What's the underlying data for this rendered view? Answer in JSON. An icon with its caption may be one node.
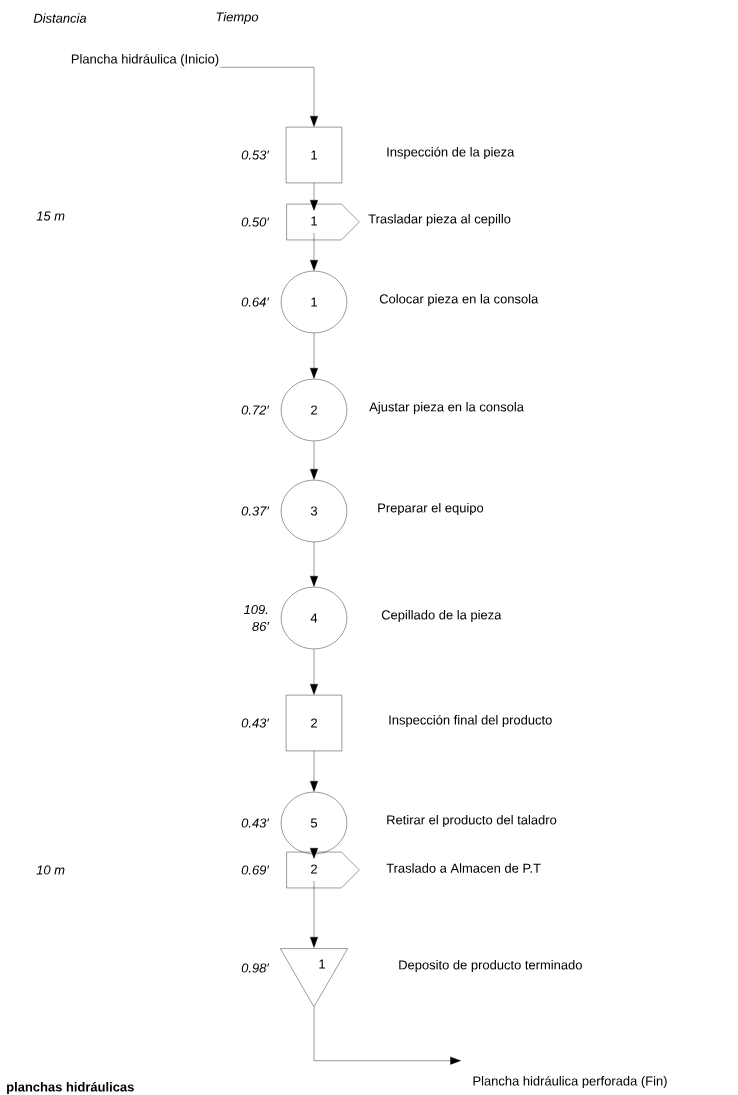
{
  "diagram": {
    "nodes": [
      {
        "text": [
          "Plancha hidráulica (Inicio)"
        ]
      },
      {
        "text": [
          "1"
        ],
        "beside": [
          "0.53′",
          "Inspección de la pieza"
        ]
      },
      {
        "text": [
          "1"
        ],
        "beside": [
          "0.50′",
          "Trasladar pieza al cepillo"
        ]
      },
      {
        "text": [
          "1"
        ],
        "beside": [
          "0.64′",
          "Colocar pieza en la consola"
        ]
      },
      {
        "text": [
          "2"
        ],
        "beside": [
          "0.72′",
          "Ajustar pieza en la consola"
        ]
      },
      {
        "text": [
          "3"
        ],
        "beside": [
          "0.37′",
          "Preparar el equipo"
        ]
      },
      {
        "text": [
          "4"
        ],
        "beside": [
          "109. 86′",
          "Cepillado de la pieza"
        ]
      },
      {
        "text": [
          "2"
        ],
        "beside": [
          "0.43′",
          "Inspección final del producto"
        ]
      },
      {
        "text": [
          "5"
        ],
        "beside": [
          "0.43′",
          "Retirar el producto del taladro"
        ]
      },
      {
        "text": [
          "2"
        ],
        "beside": [
          "0.69′",
          "Traslado a Almacen de P.T"
        ]
      },
      {
        "text": [
          "1"
        ],
        "beside": [
          "0.98′",
          "Deposito de producto terminado"
        ]
      },
      {
        "text": [
          "Plancha hidráulica perforada (Fin)"
        ]
      }
    ],
    "edges": [
      {
        "from": 0,
        "to": 1,
        "arrow": "to"
      },
      {
        "from": 1,
        "to": 2,
        "arrow": "to"
      },
      {
        "from": 2,
        "to": 3,
        "arrow": "to"
      },
      {
        "from": 3,
        "to": 4,
        "arrow": "to"
      },
      {
        "from": 4,
        "to": 5,
        "arrow": "to"
      },
      {
        "from": 5,
        "to": 6,
        "arrow": "to"
      },
      {
        "from": 6,
        "to": 7,
        "arrow": "to"
      },
      {
        "from": 7,
        "to": 8,
        "arrow": "to"
      },
      {
        "from": 8,
        "to": 9,
        "arrow": "to"
      },
      {
        "from": 9,
        "to": 10,
        "arrow": "to"
      },
      {
        "from": 10,
        "to": 11,
        "arrow": "to"
      }
    ],
    "labels": [
      "Distancia",
      "Tiempo",
      "15 m",
      "10 m",
      "planchas hidráulicas"
    ]
  }
}
